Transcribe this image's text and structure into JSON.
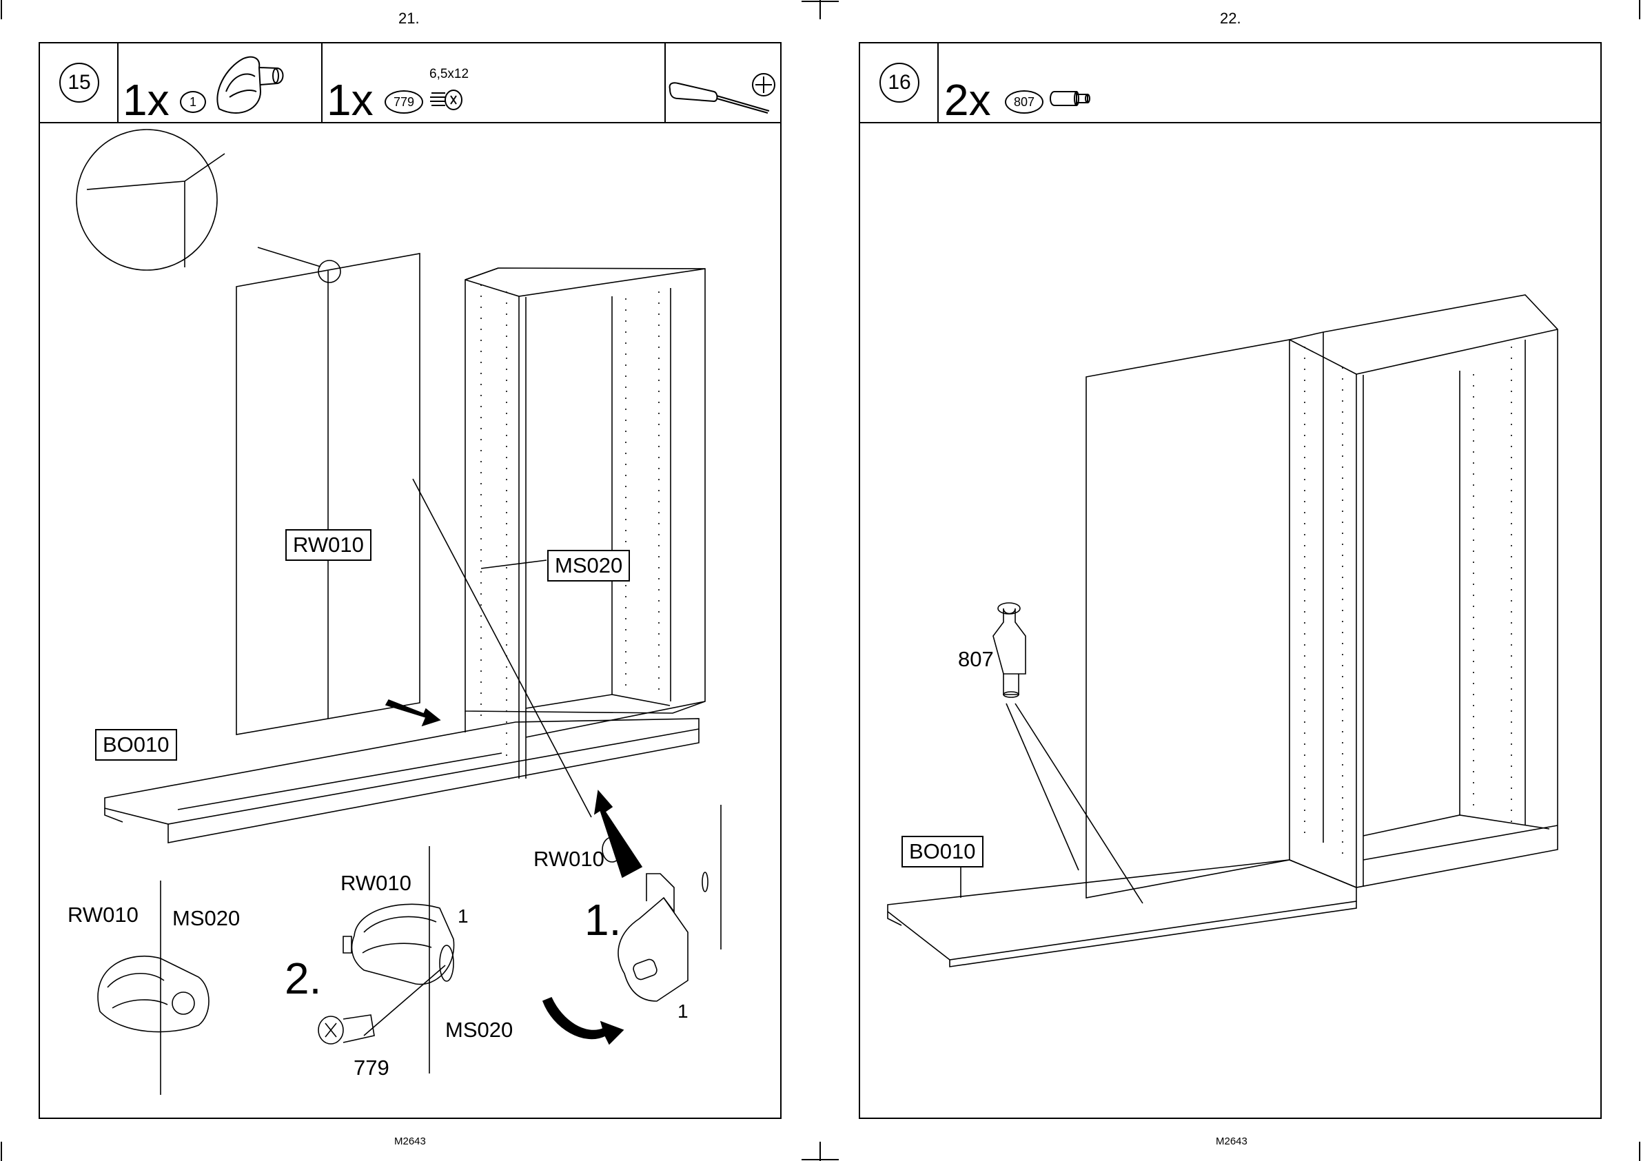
{
  "left_page": {
    "page_number": "21.",
    "footer_code": "M2643",
    "step": {
      "number": "15",
      "parts": [
        {
          "qty": "1x",
          "part_id": "1",
          "icon": "cam-lock-icon"
        },
        {
          "qty": "1x",
          "part_id": "779",
          "size": "6,5x12",
          "icon": "screw-icon"
        }
      ],
      "tool_icons": [
        "screwdriver-icon",
        "phillips-head-icon"
      ]
    },
    "labels": {
      "rw010_panel": "RW010",
      "ms020_frame": "MS020",
      "bo010_base": "BO010",
      "detail_rw010_a": "RW010",
      "detail_ms020_a": "MS020",
      "detail_rw010_b": "RW010",
      "detail_part_1_b": "1",
      "detail_ms020_b": "MS020",
      "detail_779": "779",
      "detail_rw010_c": "RW010",
      "detail_part_1_c": "1",
      "substep_1": "1.",
      "substep_2": "2."
    }
  },
  "right_page": {
    "page_number": "22.",
    "footer_code": "M2643",
    "step": {
      "number": "16",
      "parts": [
        {
          "qty": "2x",
          "part_id": "807",
          "icon": "dowel-pin-icon"
        }
      ]
    },
    "labels": {
      "part_807": "807",
      "bo010_base": "BO010"
    }
  }
}
